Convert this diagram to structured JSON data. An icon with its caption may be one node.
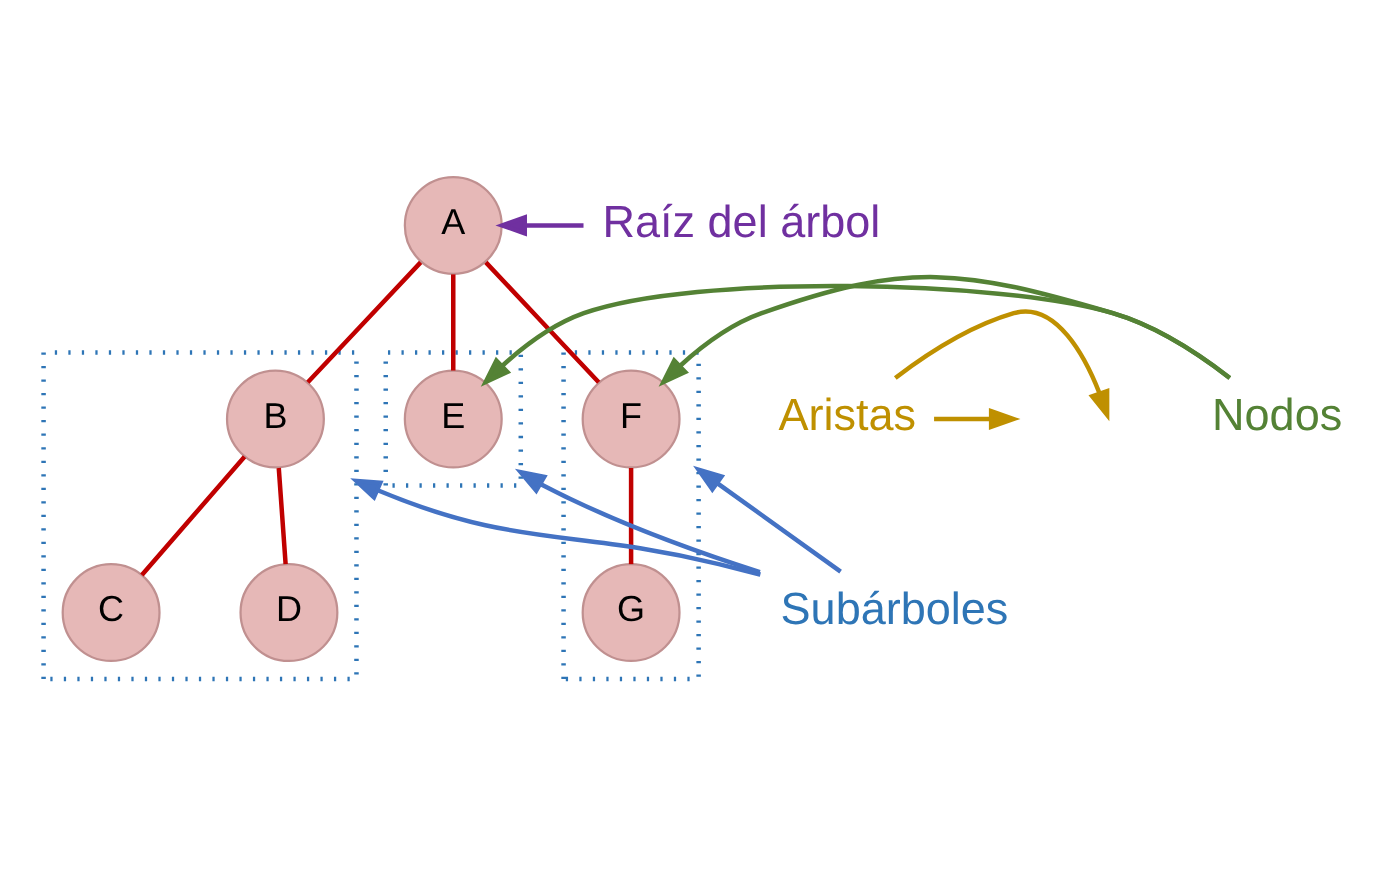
{
  "diagram": {
    "nodes": [
      {
        "text": [
          "A"
        ]
      },
      {
        "text": [],
        "shape": "box"
      },
      {
        "text": [
          "B"
        ],
        "in": 1
      },
      {
        "text": [
          "C"
        ],
        "in": 1
      },
      {
        "text": [
          "D"
        ],
        "in": 1
      },
      {
        "text": [],
        "shape": "box"
      },
      {
        "text": [
          "E"
        ],
        "in": 5
      },
      {
        "text": [],
        "shape": "box"
      },
      {
        "text": [
          "F"
        ],
        "in": 7
      },
      {
        "text": [
          "G"
        ],
        "in": 7
      },
      {
        "text": [
          "Raíz del árbol"
        ]
      },
      {
        "text": [
          "Aristas"
        ]
      },
      {
        "text": [
          "Nodos"
        ]
      },
      {
        "text": [
          "Subárboles"
        ]
      }
    ],
    "edges": [
      {
        "from": 0,
        "to": 2,
        "arrow": "none"
      },
      {
        "from": 0,
        "to": 6,
        "arrow": "none"
      },
      {
        "from": 0,
        "to": 8,
        "arrow": "none"
      },
      {
        "from": 2,
        "to": 3,
        "arrow": "none"
      },
      {
        "from": 2,
        "to": 4,
        "arrow": "none"
      },
      {
        "from": 8,
        "to": 9,
        "arrow": "none"
      },
      {
        "from": 10,
        "to": 0,
        "arrow": "to",
        "color": "#7030a0"
      },
      {
        "from": 11,
        "to": null,
        "arrow": "to",
        "color": "#bf9000"
      },
      {
        "from": 11,
        "to": null,
        "arrow": "to",
        "color": "#bf9000"
      },
      {
        "from": 12,
        "to": 6,
        "arrow": "to",
        "color": "#548235"
      },
      {
        "from": 12,
        "to": 8,
        "arrow": "to",
        "color": "#548235"
      },
      {
        "from": 13,
        "to": 1,
        "arrow": "to",
        "color": "#4472c4"
      },
      {
        "from": 13,
        "to": 5,
        "arrow": "to",
        "color": "#4472c4"
      },
      {
        "from": 13,
        "to": 7,
        "arrow": "to",
        "color": "#4472c4"
      }
    ]
  }
}
